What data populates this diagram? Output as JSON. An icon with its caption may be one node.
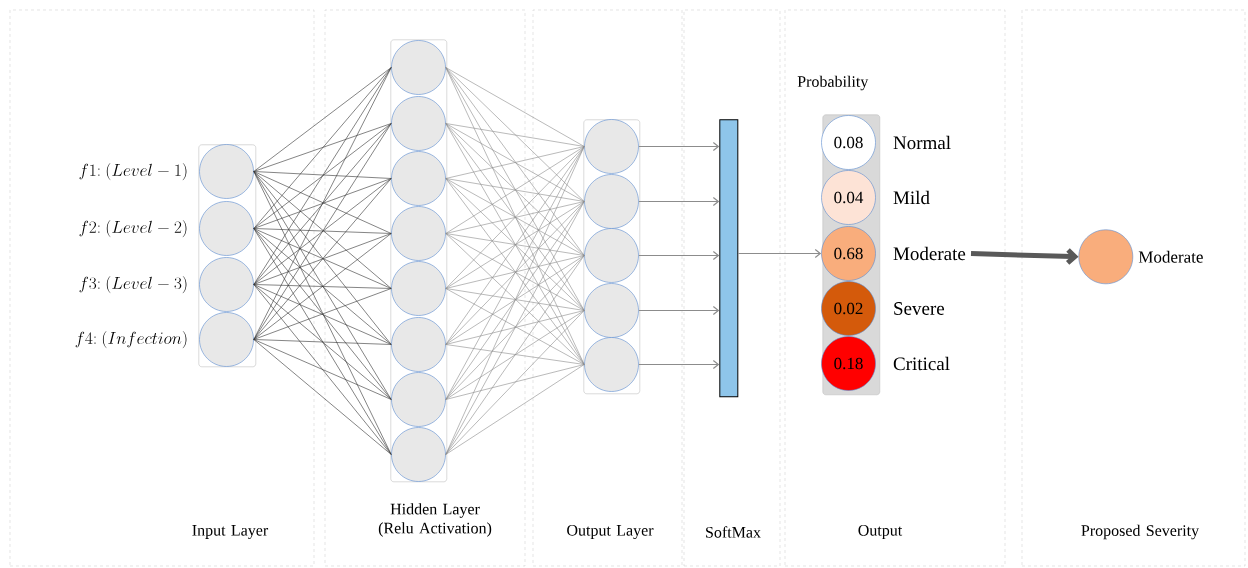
{
  "diagram": {
    "nodes": [
      {
        "text": [
          "Input Layer"
        ]
      },
      {
        "text": [
          "Hidden Layer (Relu Activation)"
        ]
      },
      {
        "text": [
          "Output Layer"
        ]
      },
      {
        "text": [
          "SoftMax"
        ]
      },
      {
        "text": [
          "Output"
        ]
      },
      {
        "text": [
          "Proposed Severity"
        ]
      },
      {
        "text": [],
        "shape": "box",
        "in": 0
      },
      {
        "text": [],
        "shape": "circle",
        "in": 6,
        "beside": [
          "f1{:}\\ (Level-1)"
        ]
      },
      {
        "text": [],
        "shape": "circle",
        "in": 6,
        "beside": [
          "f2{:}\\ (Level-2)"
        ]
      },
      {
        "text": [],
        "shape": "circle",
        "in": 6,
        "beside": [
          "f3{:}\\ (Level-3)"
        ]
      },
      {
        "text": [],
        "shape": "circle",
        "in": 6,
        "beside": [
          "f4{:}\\ (Infection)"
        ]
      },
      {
        "text": [],
        "shape": "box",
        "in": 1
      },
      {
        "text": [],
        "shape": "circle",
        "in": 11
      },
      {
        "text": [],
        "shape": "circle",
        "in": 11
      },
      {
        "text": [],
        "shape": "circle",
        "in": 11
      },
      {
        "text": [],
        "shape": "circle",
        "in": 11
      },
      {
        "text": [],
        "shape": "circle",
        "in": 11
      },
      {
        "text": [],
        "shape": "circle",
        "in": 11
      },
      {
        "text": [],
        "shape": "circle",
        "in": 11
      },
      {
        "text": [],
        "shape": "circle",
        "in": 11
      },
      {
        "text": [],
        "shape": "box",
        "in": 2
      },
      {
        "text": [],
        "shape": "circle",
        "in": 20
      },
      {
        "text": [],
        "shape": "circle",
        "in": 20
      },
      {
        "text": [],
        "shape": "circle",
        "in": 20
      },
      {
        "text": [],
        "shape": "circle",
        "in": 20
      },
      {
        "text": [],
        "shape": "circle",
        "in": 20
      },
      {
        "text": [],
        "shape": "bar",
        "in": 3
      },
      {
        "text": [
          "Probability"
        ],
        "in": 4
      },
      {
        "text": [
          "0.08"
        ],
        "in": 27,
        "beside": [
          "Normal"
        ]
      },
      {
        "text": [
          "0.04"
        ],
        "in": 27,
        "beside": [
          "Mild"
        ]
      },
      {
        "text": [
          "0.68"
        ],
        "in": 27,
        "beside": [
          "Moderate"
        ]
      },
      {
        "text": [
          "0.02"
        ],
        "in": 27,
        "beside": [
          "Severe"
        ]
      },
      {
        "text": [
          "0.18"
        ],
        "in": 27,
        "beside": [
          "Critical"
        ]
      },
      {
        "text": [],
        "shape": "circle",
        "in": 5,
        "beside": [
          "Moderate"
        ]
      }
    ],
    "edges": [
      {
        "from": 7,
        "to": 12,
        "arrow": "none",
        "color": "#333333"
      },
      {
        "from": 7,
        "to": 13,
        "arrow": "none",
        "color": "#333333"
      },
      {
        "from": 7,
        "to": 14,
        "arrow": "none",
        "color": "#333333"
      },
      {
        "from": 7,
        "to": 15,
        "arrow": "none",
        "color": "#333333"
      },
      {
        "from": 7,
        "to": 16,
        "arrow": "none",
        "color": "#333333"
      },
      {
        "from": 7,
        "to": 17,
        "arrow": "none",
        "color": "#333333"
      },
      {
        "from": 7,
        "to": 18,
        "arrow": "none",
        "color": "#333333"
      },
      {
        "from": 7,
        "to": 19,
        "arrow": "none",
        "color": "#333333"
      },
      {
        "from": 8,
        "to": 12,
        "arrow": "none",
        "color": "#333333"
      },
      {
        "from": 8,
        "to": 13,
        "arrow": "none",
        "color": "#333333"
      },
      {
        "from": 8,
        "to": 14,
        "arrow": "none",
        "color": "#333333"
      },
      {
        "from": 8,
        "to": 15,
        "arrow": "none",
        "color": "#333333"
      },
      {
        "from": 8,
        "to": 16,
        "arrow": "none",
        "color": "#333333"
      },
      {
        "from": 8,
        "to": 17,
        "arrow": "none",
        "color": "#333333"
      },
      {
        "from": 8,
        "to": 18,
        "arrow": "none",
        "color": "#333333"
      },
      {
        "from": 8,
        "to": 19,
        "arrow": "none",
        "color": "#333333"
      },
      {
        "from": 9,
        "to": 12,
        "arrow": "none",
        "color": "#333333"
      },
      {
        "from": 9,
        "to": 13,
        "arrow": "none",
        "color": "#333333"
      },
      {
        "from": 9,
        "to": 14,
        "arrow": "none",
        "color": "#333333"
      },
      {
        "from": 9,
        "to": 15,
        "arrow": "none",
        "color": "#333333"
      },
      {
        "from": 9,
        "to": 16,
        "arrow": "none",
        "color": "#333333"
      },
      {
        "from": 9,
        "to": 17,
        "arrow": "none",
        "color": "#333333"
      },
      {
        "from": 9,
        "to": 18,
        "arrow": "none",
        "color": "#333333"
      },
      {
        "from": 9,
        "to": 19,
        "arrow": "none",
        "color": "#333333"
      },
      {
        "from": 10,
        "to": 12,
        "arrow": "none",
        "color": "#333333"
      },
      {
        "from": 10,
        "to": 13,
        "arrow": "none",
        "color": "#333333"
      },
      {
        "from": 10,
        "to": 14,
        "arrow": "none",
        "color": "#333333"
      },
      {
        "from": 10,
        "to": 15,
        "arrow": "none",
        "color": "#333333"
      },
      {
        "from": 10,
        "to": 16,
        "arrow": "none",
        "color": "#333333"
      },
      {
        "from": 10,
        "to": 17,
        "arrow": "none",
        "color": "#333333"
      },
      {
        "from": 10,
        "to": 18,
        "arrow": "none",
        "color": "#333333"
      },
      {
        "from": 10,
        "to": 19,
        "arrow": "none",
        "color": "#333333"
      },
      {
        "from": 12,
        "to": 21,
        "arrow": "none"
      },
      {
        "from": 12,
        "to": 22,
        "arrow": "none"
      },
      {
        "from": 12,
        "to": 23,
        "arrow": "none"
      },
      {
        "from": 12,
        "to": 24,
        "arrow": "none"
      },
      {
        "from": 12,
        "to": 25,
        "arrow": "none"
      },
      {
        "from": 13,
        "to": 21,
        "arrow": "none"
      },
      {
        "from": 13,
        "to": 22,
        "arrow": "none"
      },
      {
        "from": 13,
        "to": 23,
        "arrow": "none"
      },
      {
        "from": 13,
        "to": 24,
        "arrow": "none"
      },
      {
        "from": 13,
        "to": 25,
        "arrow": "none"
      },
      {
        "from": 14,
        "to": 21,
        "arrow": "none"
      },
      {
        "from": 14,
        "to": 22,
        "arrow": "none"
      },
      {
        "from": 14,
        "to": 23,
        "arrow": "none"
      },
      {
        "from": 14,
        "to": 24,
        "arrow": "none"
      },
      {
        "from": 14,
        "to": 25,
        "arrow": "none"
      },
      {
        "from": 15,
        "to": 21,
        "arrow": "none"
      },
      {
        "from": 15,
        "to": 22,
        "arrow": "none"
      },
      {
        "from": 15,
        "to": 23,
        "arrow": "none"
      },
      {
        "from": 15,
        "to": 24,
        "arrow": "none"
      },
      {
        "from": 15,
        "to": 25,
        "arrow": "none"
      },
      {
        "from": 16,
        "to": 21,
        "arrow": "none"
      },
      {
        "from": 16,
        "to": 22,
        "arrow": "none"
      },
      {
        "from": 16,
        "to": 23,
        "arrow": "none"
      },
      {
        "from": 16,
        "to": 24,
        "arrow": "none"
      },
      {
        "from": 16,
        "to": 25,
        "arrow": "none"
      },
      {
        "from": 17,
        "to": 21,
        "arrow": "none"
      },
      {
        "from": 17,
        "to": 22,
        "arrow": "none"
      },
      {
        "from": 17,
        "to": 23,
        "arrow": "none"
      },
      {
        "from": 17,
        "to": 24,
        "arrow": "none"
      },
      {
        "from": 17,
        "to": 25,
        "arrow": "none"
      },
      {
        "from": 18,
        "to": 21,
        "arrow": "none"
      },
      {
        "from": 18,
        "to": 22,
        "arrow": "none"
      },
      {
        "from": 18,
        "to": 23,
        "arrow": "none"
      },
      {
        "from": 18,
        "to": 24,
        "arrow": "none"
      },
      {
        "from": 18,
        "to": 25,
        "arrow": "none"
      },
      {
        "from": 19,
        "to": 21,
        "arrow": "none"
      },
      {
        "from": 19,
        "to": 22,
        "arrow": "none"
      },
      {
        "from": 19,
        "to": 23,
        "arrow": "none"
      },
      {
        "from": 19,
        "to": 24,
        "arrow": "none"
      },
      {
        "from": 19,
        "to": 25,
        "arrow": "none"
      },
      {
        "from": 21,
        "to": 26,
        "arrow": "to"
      },
      {
        "from": 22,
        "to": 26,
        "arrow": "to"
      },
      {
        "from": 23,
        "to": 26,
        "arrow": "to"
      },
      {
        "from": 24,
        "to": 26,
        "arrow": "to"
      },
      {
        "from": 25,
        "to": 26,
        "arrow": "to"
      },
      {
        "from": 26,
        "to": 30,
        "arrow": "to"
      },
      {
        "from": 30,
        "to": 33,
        "arrow": "to",
        "style": "thick",
        "color": "#595959"
      }
    ]
  }
}
